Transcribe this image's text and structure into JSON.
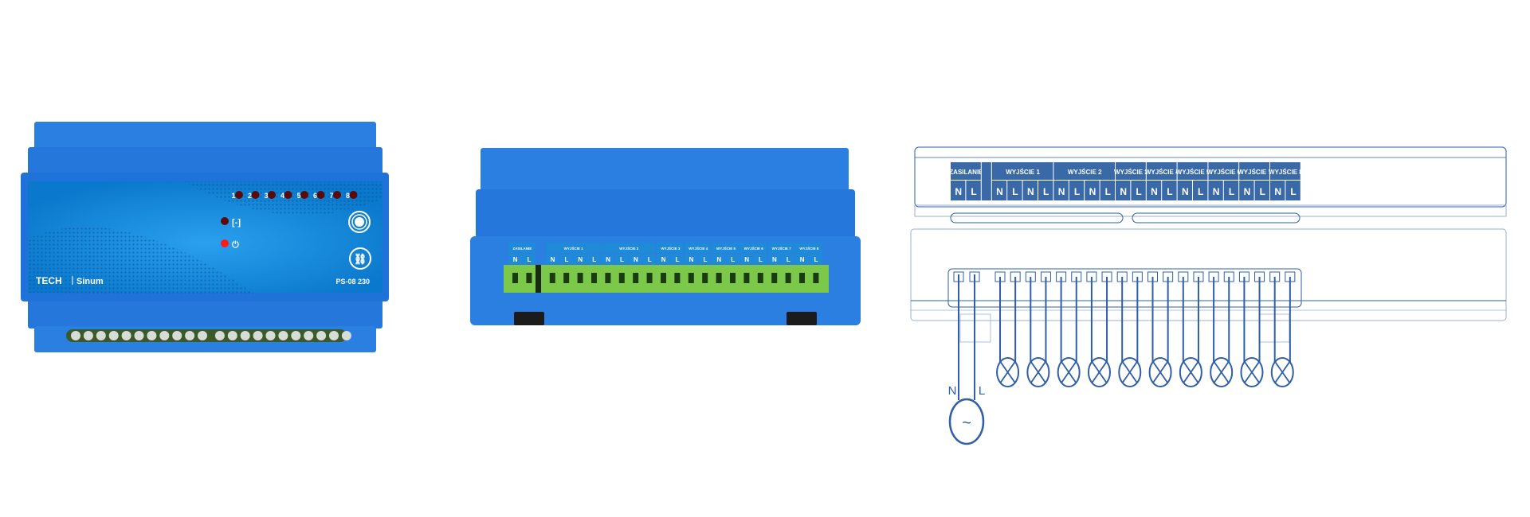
{
  "colors": {
    "body": "#2a7fe0",
    "body_dark": "#1f6cc8",
    "panel": "#0a86d6",
    "terminal": "#7cc84a",
    "led_off": "#5a0a0a",
    "led_on": "#ff1a1a",
    "line": "#2f5fa8",
    "table": "#3a69a8"
  },
  "front_view": {
    "led_numbers": [
      "1",
      "2",
      "3",
      "4",
      "5",
      "6",
      "7",
      "8"
    ],
    "brand": "TECH",
    "sub_brand": "Sinum",
    "model": "PS-08 230",
    "icons": [
      "registration-icon",
      "power-icon",
      "button-icon",
      "link-icon"
    ]
  },
  "terminal_labels": {
    "supply": "ZASILANIE",
    "outputs": [
      "WYJŚCIE 1",
      "WYJŚCIE 2",
      "WYJŚCIE 3",
      "WYJŚCIE 4",
      "WYJŚCIE 5",
      "WYJŚCIE 6",
      "WYJŚCIE 7",
      "WYJŚCIE 8"
    ],
    "pins": [
      "N",
      "L"
    ]
  },
  "diagram": {
    "source_n": "N",
    "source_l": "L",
    "source_symbol": "~"
  }
}
